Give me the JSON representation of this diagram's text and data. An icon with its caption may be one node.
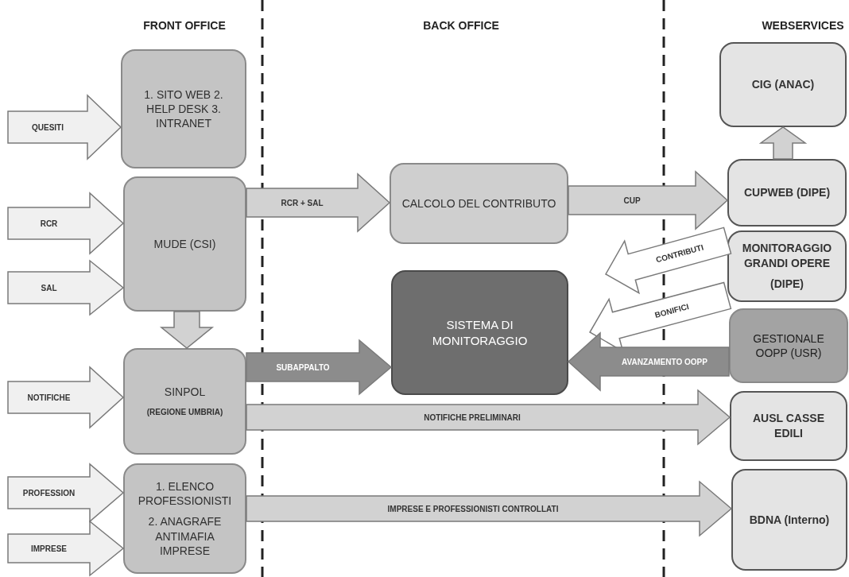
{
  "diagram": {
    "nodes": [
      {
        "text": [
          "1. SITO WEB 2. HELP DESK 3. INTRANET"
        ]
      },
      {
        "text": [
          "MUDE (CSI)"
        ]
      },
      {
        "text": [
          "SINPOL",
          "(REGIONE UMBRIA)"
        ]
      },
      {
        "text": [
          "1. ELENCO PROFESSIONISTI",
          "2. ANAGRAFE ANTIMAFIA IMPRESE"
        ]
      },
      {
        "text": [
          "CALCOLO DEL CONTRIBUTO"
        ]
      },
      {
        "text": [
          "SISTEMA DI MONITORAGGIO"
        ]
      },
      {
        "text": [
          "CIG (ANAC)"
        ]
      },
      {
        "text": [
          "CUPWEB (DIPE)"
        ]
      },
      {
        "text": [
          "MONITORAGGIO GRANDI OPERE",
          "(DIPE)"
        ]
      },
      {
        "text": [
          "GESTIONALE OOPP (USR)"
        ]
      },
      {
        "text": [
          "AUSL CASSE EDILI"
        ]
      },
      {
        "text": [
          "BDNA (Interno)"
        ]
      }
    ],
    "edges": [
      {
        "from": null,
        "to": 0,
        "arrow": "to",
        "label": "QUESITI",
        "color": "#f0f0f0"
      },
      {
        "from": null,
        "to": 1,
        "arrow": "to",
        "label": "RCR",
        "color": "#f0f0f0"
      },
      {
        "from": null,
        "to": 1,
        "arrow": "to",
        "label": "SAL",
        "color": "#f0f0f0"
      },
      {
        "from": 1,
        "to": 2,
        "arrow": "to"
      },
      {
        "from": null,
        "to": 2,
        "arrow": "to",
        "label": "NOTIFICHE",
        "color": "#f0f0f0"
      },
      {
        "from": null,
        "to": 3,
        "arrow": "to",
        "label": "PROFESSION",
        "color": "#f0f0f0"
      },
      {
        "from": null,
        "to": 3,
        "arrow": "to",
        "label": "IMPRESE",
        "color": "#f0f0f0"
      },
      {
        "from": 1,
        "to": 4,
        "arrow": "to",
        "label": "RCR + SAL"
      },
      {
        "from": 4,
        "to": 7,
        "arrow": "to",
        "label": "CUP"
      },
      {
        "from": 8,
        "to": null,
        "arrow": "to",
        "label": "CONTRIBUTI",
        "color": "#ffffff"
      },
      {
        "from": 8,
        "to": null,
        "arrow": "to",
        "label": "BONIFICI",
        "color": "#ffffff"
      },
      {
        "from": 9,
        "to": 5,
        "arrow": "to",
        "label": "AVANZAMENTO OOPP",
        "color": "#8c8c8c"
      },
      {
        "from": 2,
        "to": 5,
        "arrow": "to",
        "label": "SUBAPPALTO",
        "color": "#8c8c8c"
      },
      {
        "from": 2,
        "to": 10,
        "arrow": "to",
        "label": "NOTIFICHE PRELIMINARI"
      },
      {
        "from": 3,
        "to": 11,
        "arrow": "to",
        "label": "IMPRESE E PROFESSIONISTI CONTROLLATI"
      },
      {
        "from": 7,
        "to": 6,
        "arrow": "to"
      }
    ],
    "labels": [
      "FRONT OFFICE",
      "BACK OFFICE",
      "WEBSERVICES"
    ]
  }
}
